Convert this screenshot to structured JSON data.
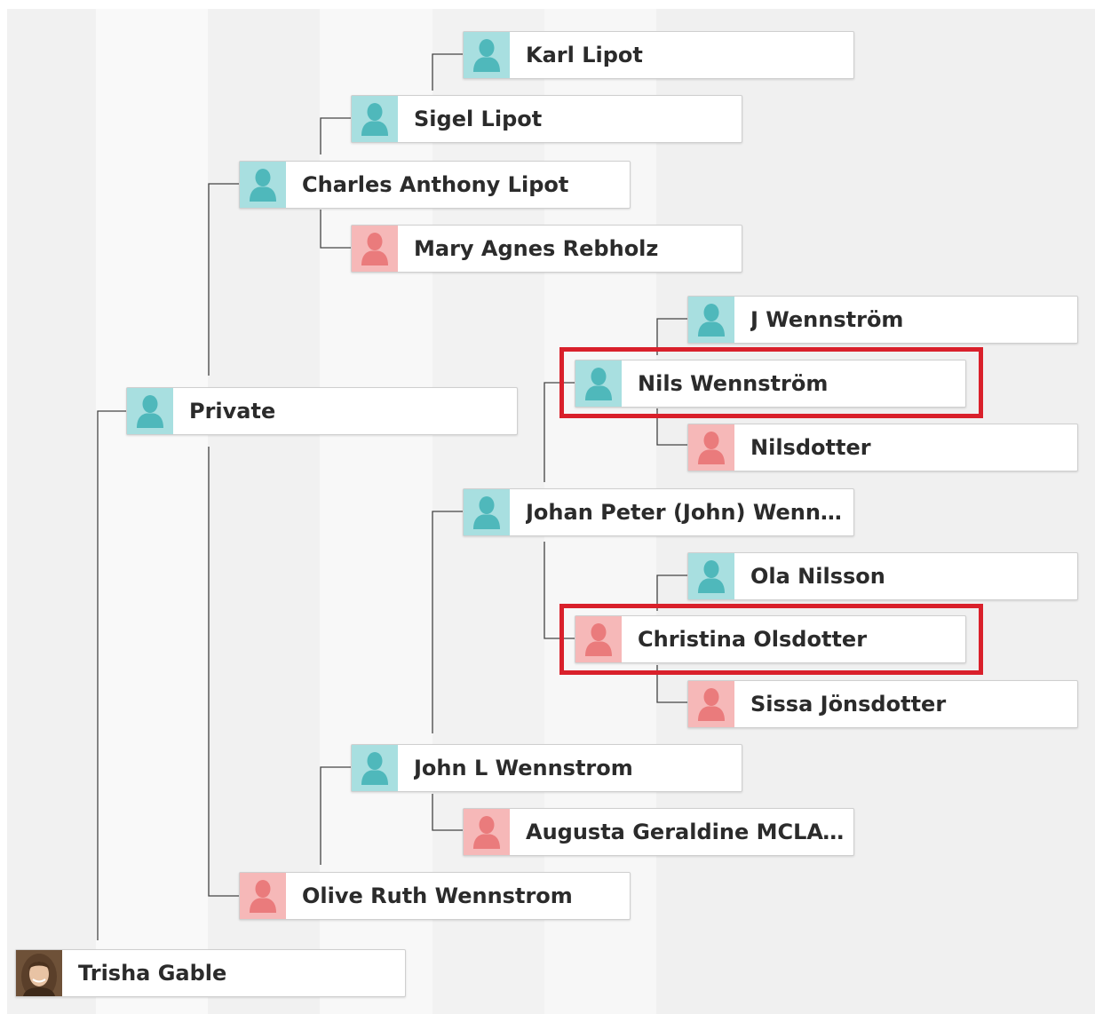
{
  "colors": {
    "male_avatar_bg": "#a8dfe0",
    "male_icon": "#4fb8bb",
    "female_avatar_bg": "#f6b8b8",
    "female_icon": "#ea7b7c",
    "highlight": "#d9202b",
    "connector": "#444444"
  },
  "people": {
    "karl_lipot": {
      "name": "Karl Lipot",
      "gender": "male",
      "avatar_icon": "male-silhouette-icon"
    },
    "sigel_lipot": {
      "name": "Sigel Lipot",
      "gender": "male",
      "avatar_icon": "male-silhouette-icon"
    },
    "charles_lipot": {
      "name": "Charles Anthony Lipot",
      "gender": "male",
      "avatar_icon": "male-silhouette-icon"
    },
    "mary_rebholz": {
      "name": "Mary Agnes Rebholz",
      "gender": "female",
      "avatar_icon": "female-silhouette-icon"
    },
    "j_wennstrom": {
      "name": "J Wennström",
      "gender": "male",
      "avatar_icon": "male-silhouette-icon"
    },
    "nils_wennstrom": {
      "name": "Nils Wennström",
      "gender": "male",
      "avatar_icon": "male-silhouette-icon"
    },
    "nilsdotter": {
      "name": "Nilsdotter",
      "gender": "female",
      "avatar_icon": "female-silhouette-icon"
    },
    "private": {
      "name": "Private",
      "gender": "male",
      "avatar_icon": "male-silhouette-icon"
    },
    "johan_wennstrom": {
      "name": "Johan Peter (John) Wennstr...",
      "gender": "male",
      "avatar_icon": "male-silhouette-icon"
    },
    "ola_nilsson": {
      "name": "Ola Nilsson",
      "gender": "male",
      "avatar_icon": "male-silhouette-icon"
    },
    "christina_olsdotter": {
      "name": "Christina Olsdotter",
      "gender": "female",
      "avatar_icon": "female-silhouette-icon"
    },
    "sissa_jonsdotter": {
      "name": "Sissa Jönsdotter",
      "gender": "female",
      "avatar_icon": "female-silhouette-icon"
    },
    "john_wennstrom": {
      "name": "John L Wennstrom",
      "gender": "male",
      "avatar_icon": "male-silhouette-icon"
    },
    "augusta_mclaug": {
      "name": "Augusta Geraldine MCLAUG...",
      "gender": "female",
      "avatar_icon": "female-silhouette-icon"
    },
    "olive_wennstrom": {
      "name": "Olive Ruth Wennstrom",
      "gender": "female",
      "avatar_icon": "female-silhouette-icon"
    },
    "trisha_gable": {
      "name": "Trisha Gable",
      "gender": "female",
      "avatar_icon": "profile-photo-icon"
    }
  },
  "highlighted_people": [
    "Nils Wennström",
    "Christina Olsdotter"
  ]
}
